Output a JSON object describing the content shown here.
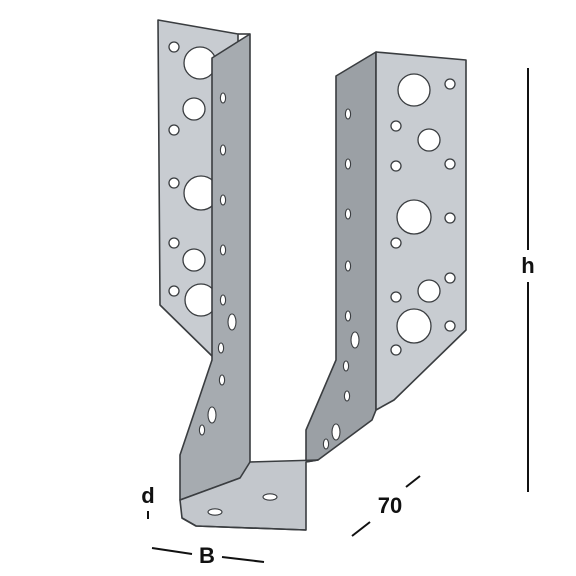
{
  "dimensions": {
    "height": "h",
    "depth": "70",
    "width": "B",
    "thickness": "d"
  },
  "colors": {
    "flange_face": "#c8ccd1",
    "side_face": "#a6abb0",
    "inner_face": "#9ba0a5",
    "bottom_face": "#c3c7cc",
    "outline": "#3a3d40",
    "hole_fill": "#ffffff",
    "dimension_line": "#111111"
  }
}
